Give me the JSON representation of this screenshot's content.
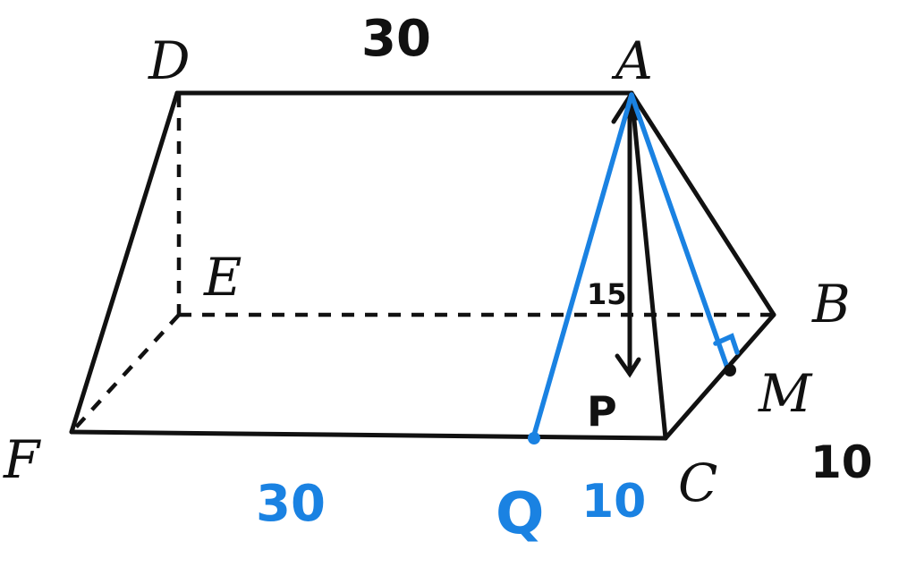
{
  "vertices": {
    "A": "A",
    "B": "B",
    "C": "C",
    "D": "D",
    "E": "E",
    "F": "F",
    "M": "M"
  },
  "annotations": {
    "top_length": "30",
    "height": "15",
    "point_p": "P",
    "point_q": "Q",
    "fq_length": "30",
    "qc_length": "10",
    "bc_length": "10"
  },
  "colors": {
    "ink": "#111111",
    "blue": "#1a82e2"
  }
}
